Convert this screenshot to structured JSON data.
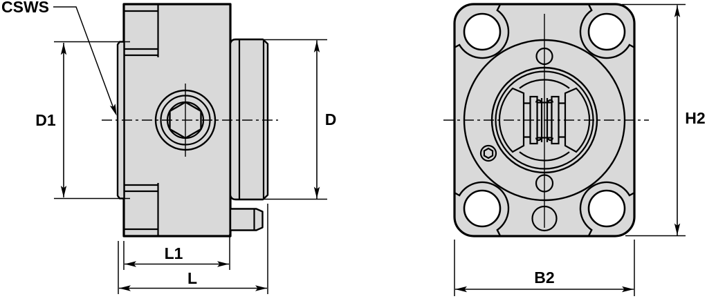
{
  "drawing": {
    "side_view": {
      "callout_label": "CSWS",
      "dim_front_pilot_diameter": "D1",
      "dim_rear_boss_diameter": "D",
      "dim_body_length": "L1",
      "dim_overall_length": "L"
    },
    "front_view": {
      "dim_flange_height": "H2",
      "dim_flange_width": "B2"
    },
    "colors": {
      "part_fill": "#d9d9d9",
      "line_color": "#000000",
      "hole_fill": "#ffffff",
      "background": "#ffffff"
    }
  }
}
